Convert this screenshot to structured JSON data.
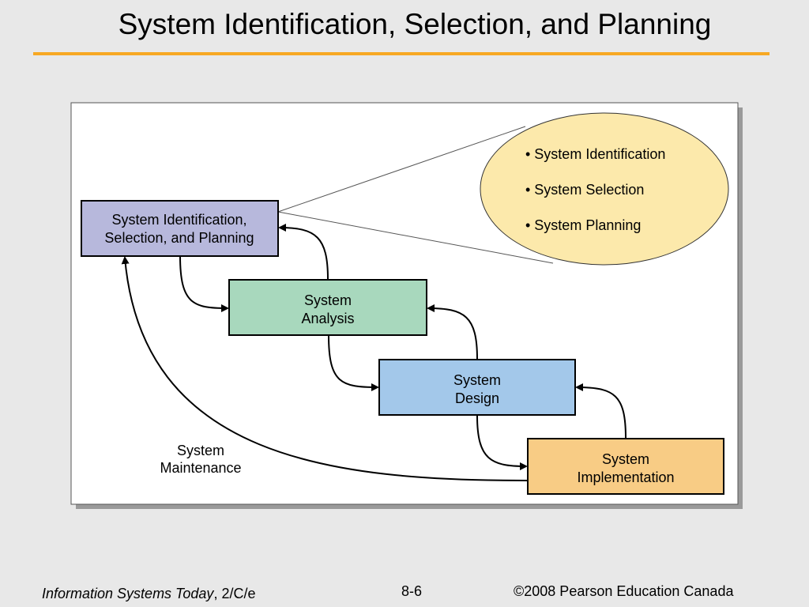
{
  "slide": {
    "title": "System Identification, Selection, and Planning"
  },
  "diagram": {
    "phases": [
      {
        "id": "planning",
        "lines": [
          "System Identification,",
          "Selection, and Planning"
        ],
        "fill": "#b7b8dc"
      },
      {
        "id": "analysis",
        "lines": [
          "System",
          "Analysis"
        ],
        "fill": "#a8d8bd"
      },
      {
        "id": "design",
        "lines": [
          "System",
          "Design"
        ],
        "fill": "#a3c8ea"
      },
      {
        "id": "implementation",
        "lines": [
          "System",
          "Implementation"
        ],
        "fill": "#f8cc85"
      }
    ],
    "maintenance_label": [
      "System",
      "Maintenance"
    ],
    "callout": {
      "fill": "#fce9ab",
      "items": [
        "• System Identification",
        "• System Selection",
        "• System Planning"
      ]
    }
  },
  "footer": {
    "book_title": "Information Systems Today",
    "edition": ", 2/C/e",
    "page": "8-6",
    "copyright": "©2008 Pearson Education Canada"
  }
}
